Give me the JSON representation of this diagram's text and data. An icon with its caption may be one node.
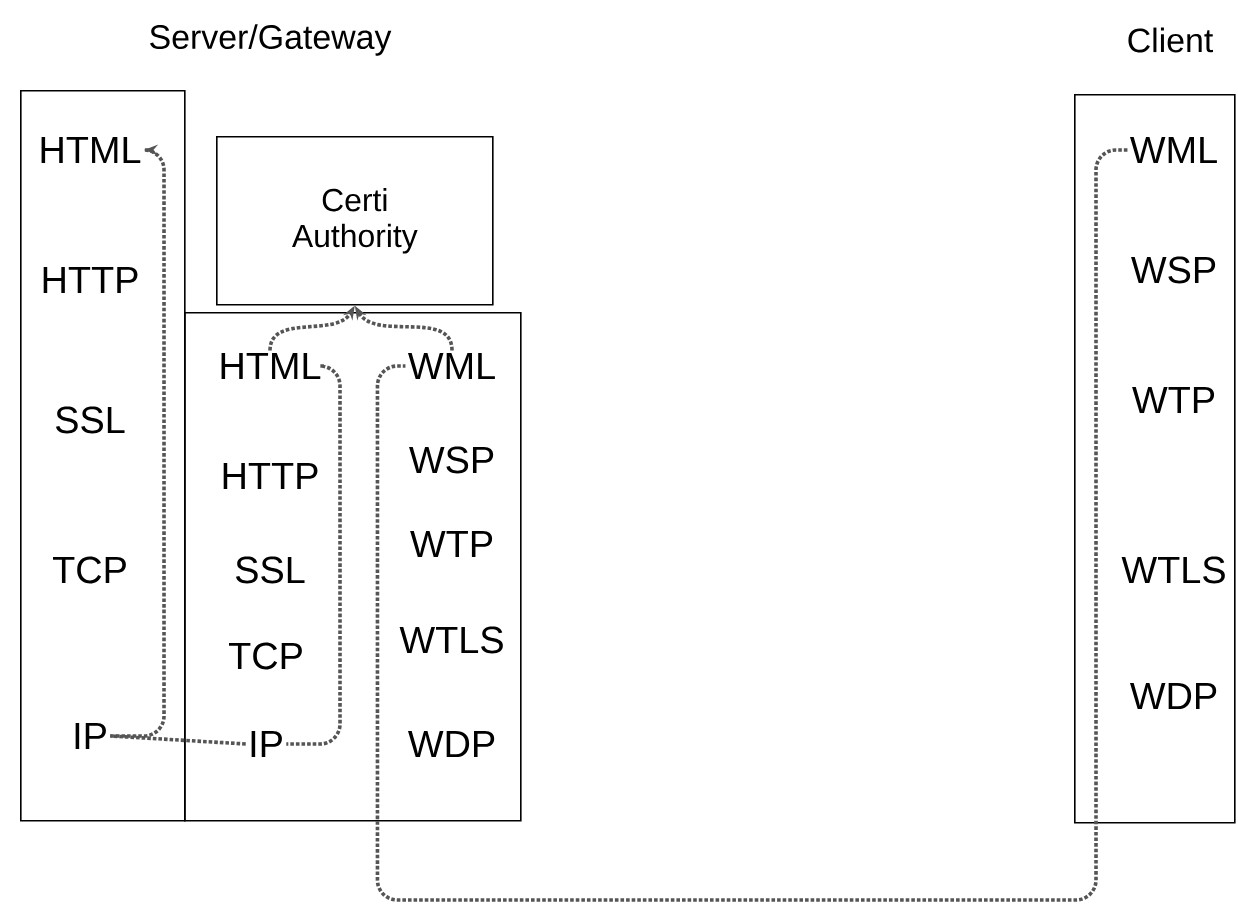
{
  "diagram": {
    "nodes": [
      {
        "text": [],
        "shape": "box"
      },
      {
        "text": [
          "HTML"
        ],
        "in": 0
      },
      {
        "text": [
          "HTTP"
        ],
        "in": 0
      },
      {
        "text": [
          "SSL"
        ],
        "in": 0
      },
      {
        "text": [
          "TCP"
        ],
        "in": 0
      },
      {
        "text": [
          "IP"
        ],
        "in": 0
      },
      {
        "text": [
          "Certi Authority"
        ]
      },
      {
        "text": [],
        "shape": "box"
      },
      {
        "text": [
          "HTML"
        ],
        "in": 7
      },
      {
        "text": [
          "HTTP"
        ],
        "in": 7
      },
      {
        "text": [
          "SSL"
        ],
        "in": 7
      },
      {
        "text": [
          "TCP"
        ],
        "in": 7
      },
      {
        "text": [
          "IP"
        ],
        "in": 7
      },
      {
        "text": [
          "WML"
        ],
        "in": 7
      },
      {
        "text": [
          "WSP"
        ],
        "in": 7
      },
      {
        "text": [
          "WTP"
        ],
        "in": 7
      },
      {
        "text": [
          "WTLS"
        ],
        "in": 7
      },
      {
        "text": [
          "WDP"
        ],
        "in": 7
      },
      {
        "text": [],
        "shape": "box"
      },
      {
        "text": [
          "WML"
        ],
        "in": 18
      },
      {
        "text": [
          "WSP"
        ],
        "in": 18
      },
      {
        "text": [
          "WTP"
        ],
        "in": 18
      },
      {
        "text": [
          "WTLS"
        ],
        "in": 18
      },
      {
        "text": [
          "WDP"
        ],
        "in": 18
      }
    ],
    "edges": [
      {
        "from": 19,
        "to": 13,
        "arrow": "none"
      },
      {
        "from": 13,
        "to": 6,
        "arrow": "to"
      },
      {
        "from": 8,
        "to": 6,
        "arrow": "to"
      },
      {
        "from": 8,
        "to": 12,
        "arrow": "none"
      },
      {
        "from": 12,
        "to": 5,
        "arrow": "none"
      },
      {
        "from": 5,
        "to": 1,
        "arrow": "to"
      }
    ],
    "labels": [
      "Server/Gateway",
      "Client"
    ]
  }
}
